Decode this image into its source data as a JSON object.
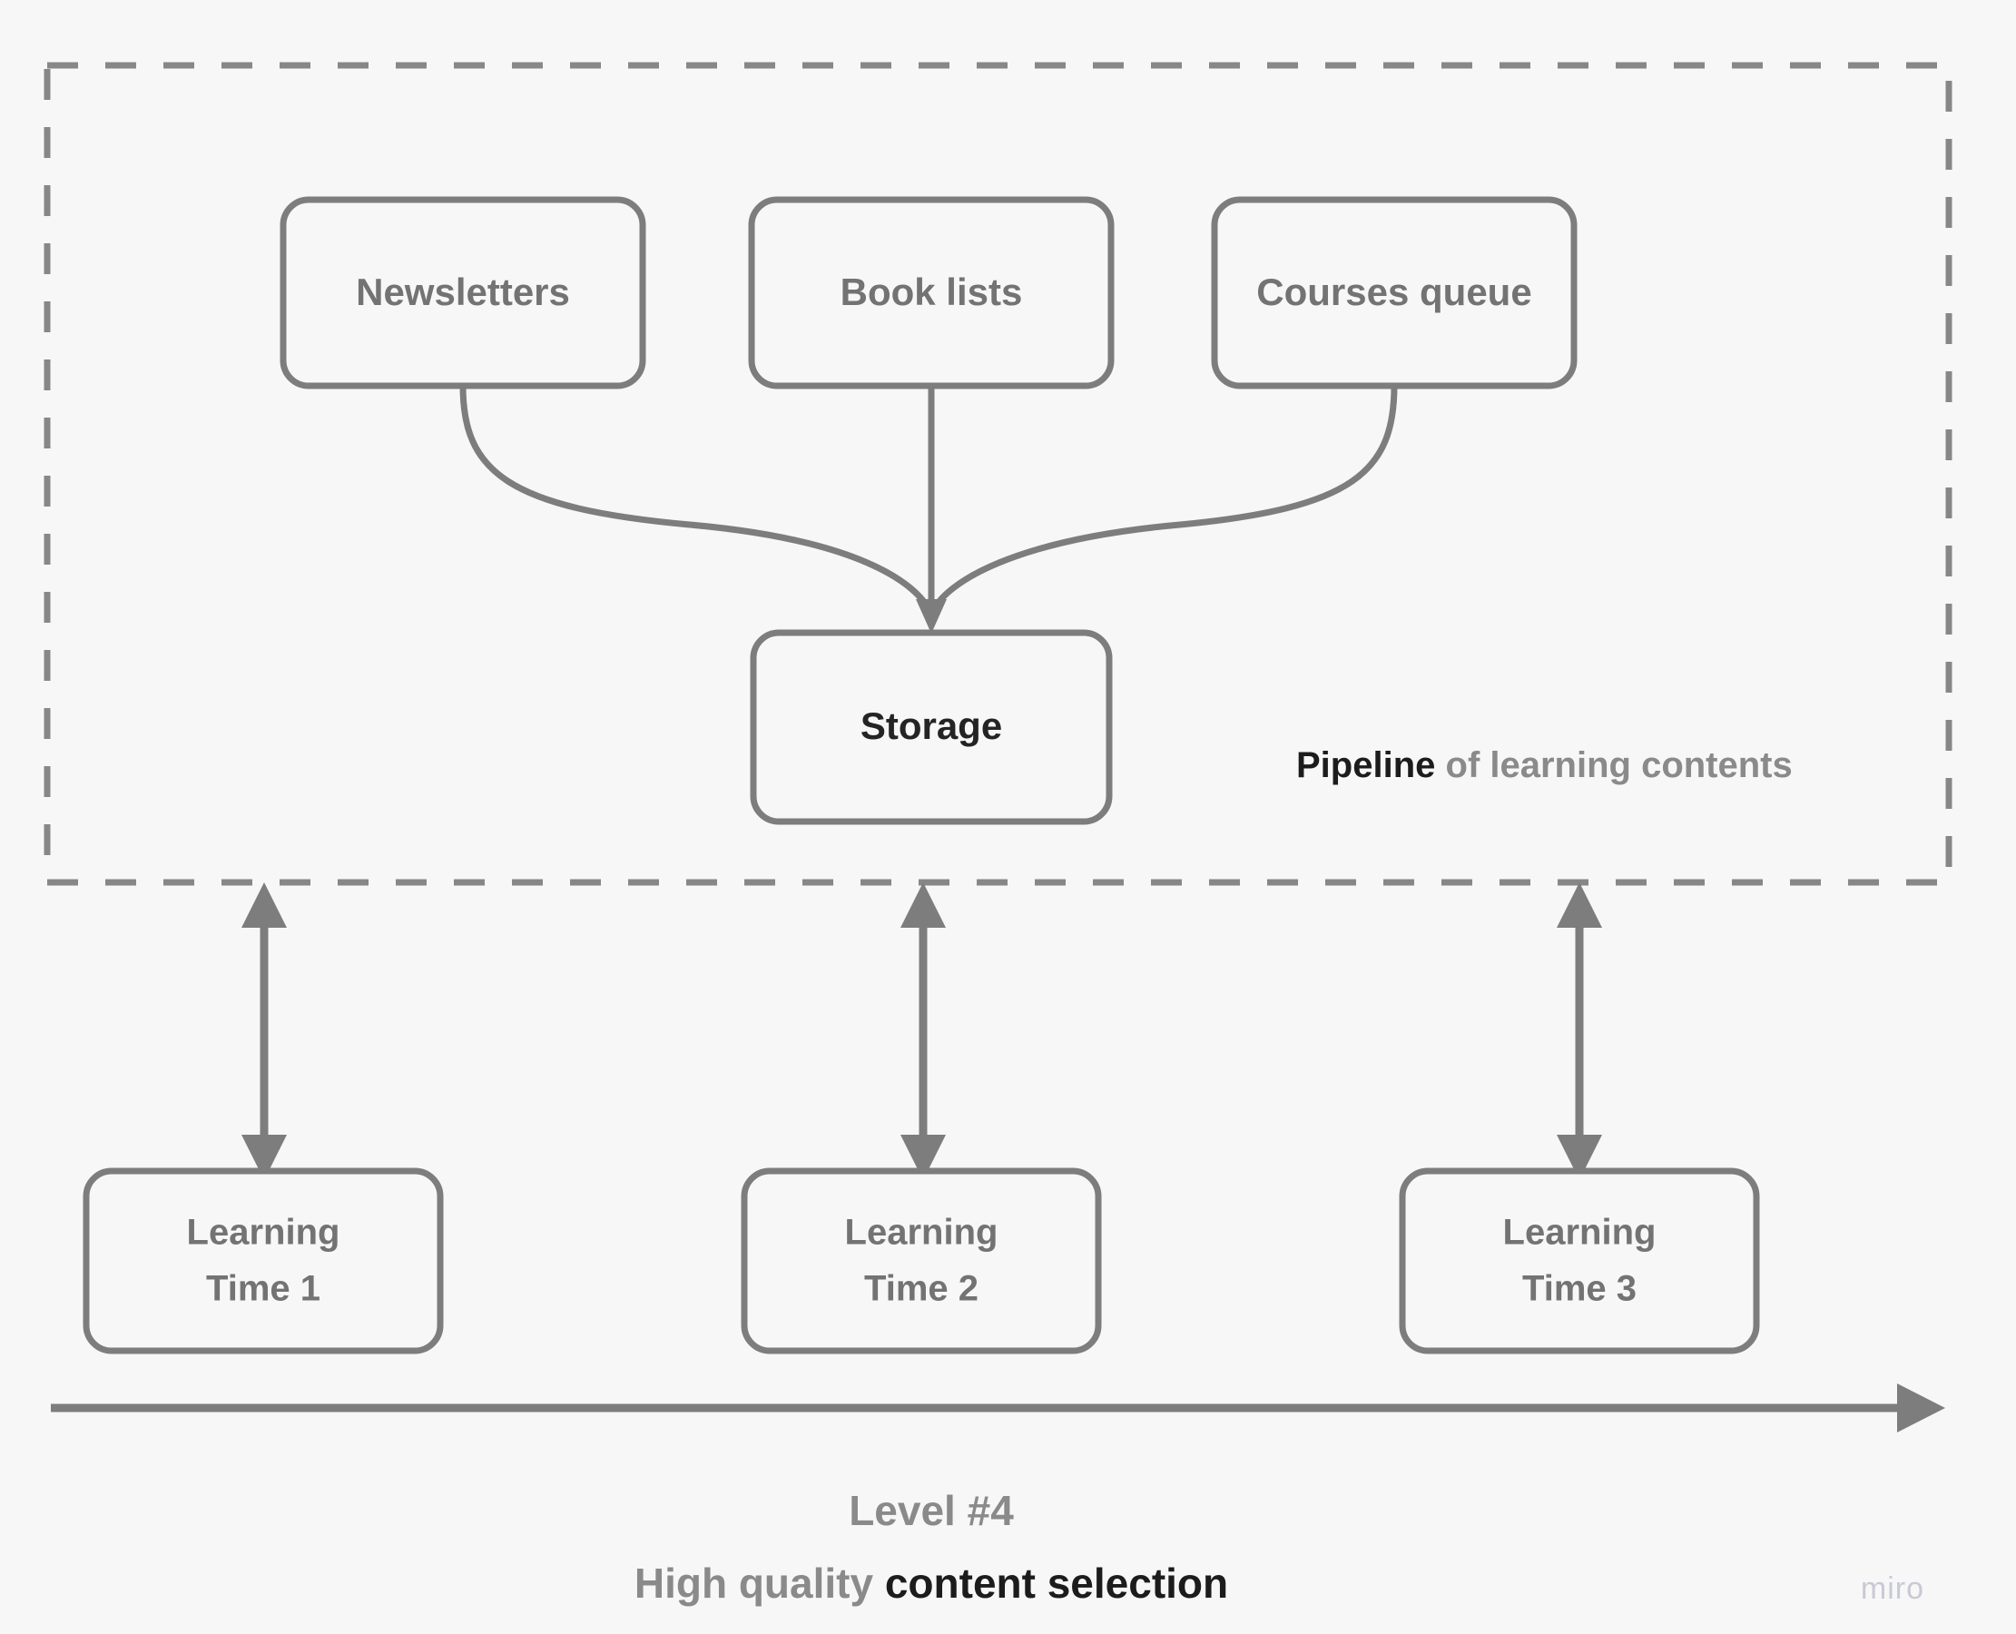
{
  "canvas": {
    "background_color": "#f7f7f7",
    "stroke_color": "#7d7d7d",
    "node_fill": "#f7f7f7",
    "node_text_color": "#737373",
    "emphasis_text_color": "#1c1c1c"
  },
  "pipeline_group": {
    "label_strong": "Pipeline",
    "label_rest": " of learning contents",
    "border_style": "dashed"
  },
  "source_nodes": [
    {
      "id": "newsletters",
      "label": "Newsletters"
    },
    {
      "id": "book-lists",
      "label": "Book lists"
    },
    {
      "id": "courses-queue",
      "label": "Courses queue"
    }
  ],
  "storage_node": {
    "id": "storage",
    "label": "Storage"
  },
  "learning_nodes": [
    {
      "id": "learning-time-1",
      "line1": "Learning",
      "line2": "Time 1"
    },
    {
      "id": "learning-time-2",
      "line1": "Learning",
      "line2": "Time 2"
    },
    {
      "id": "learning-time-3",
      "line1": "Learning",
      "line2": "Time 3"
    }
  ],
  "timeline": {
    "name": "time-axis",
    "direction": "right"
  },
  "footer": {
    "line1": "Level #4",
    "line2_grey": "High quality ",
    "line2_dark": "content selection"
  },
  "watermark": {
    "text": "miro"
  }
}
